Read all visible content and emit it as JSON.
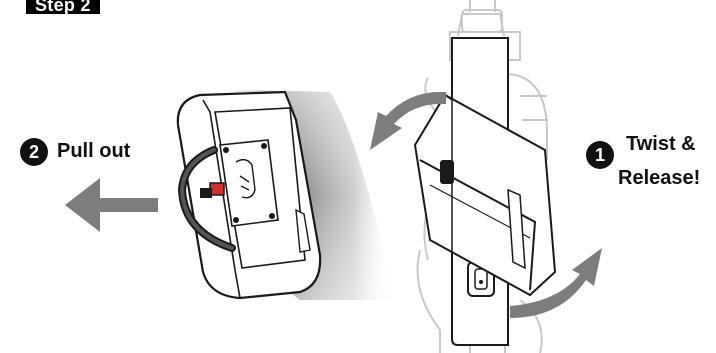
{
  "step": {
    "label": "Step 2"
  },
  "callouts": [
    {
      "number": "2",
      "text_lines": [
        "Pull out"
      ]
    },
    {
      "number": "1",
      "text_lines": [
        "Twist &",
        "Release!"
      ]
    }
  ],
  "colors": {
    "line": "#1a1a1a",
    "ghost_line": "#c8c8c8",
    "arrow": "#7d7d7d",
    "handle": "#555555",
    "latch": "#d0312d",
    "badge_bg": "#000000"
  }
}
